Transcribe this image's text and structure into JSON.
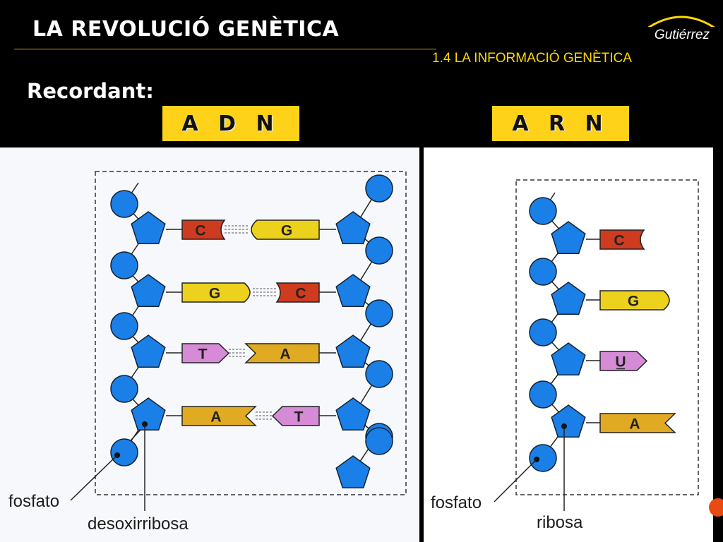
{
  "header": {
    "title": "LA REVOLUCIÓ GENÈTICA",
    "subtitle": "1.4 LA INFORMACIÓ GENÈTICA",
    "recall": "Recordant:",
    "logo_text": "Gutiérrez"
  },
  "dna": {
    "label": "A D N",
    "pairs": [
      {
        "left": "C",
        "right": "G"
      },
      {
        "left": "G",
        "right": "C"
      },
      {
        "left": "T",
        "right": "A"
      },
      {
        "left": "A",
        "right": "T"
      }
    ],
    "caption_phosphate": "fosfato",
    "caption_sugar": "desoxirribosa"
  },
  "rna": {
    "label": "A R N",
    "bases": [
      "C",
      "G",
      "U",
      "A"
    ],
    "caption_phosphate": "fosfato",
    "caption_sugar": "ribosa"
  },
  "colors": {
    "background": "#000000",
    "title": "#ffffff",
    "subtitle": "#ffd800",
    "label_box": "#ffd21a",
    "phosphate": "#1a7fe6",
    "sugar": "#1a7fe6",
    "base_C": "#cf3b1f",
    "base_G": "#ecd21c",
    "base_T": "#d58bd6",
    "base_A": "#e0ab22",
    "base_U": "#d58bd6"
  }
}
